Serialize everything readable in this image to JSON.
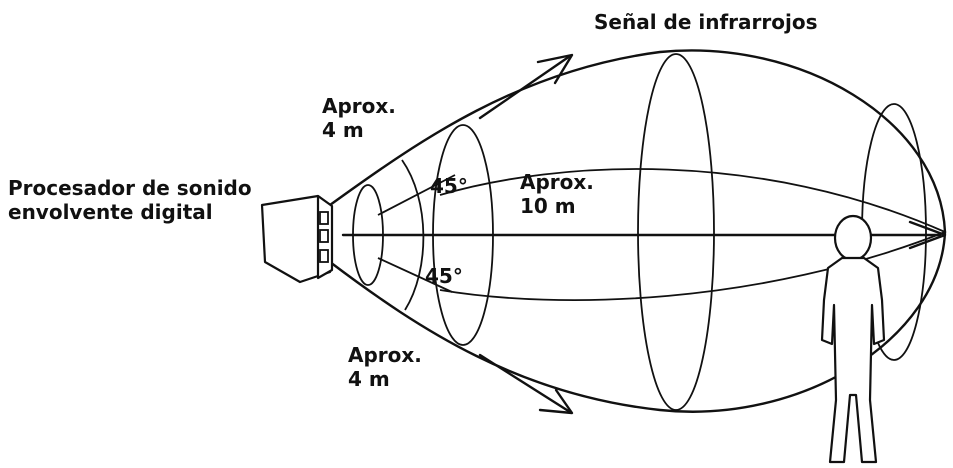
{
  "labels": {
    "title": "Señal de infrarrojos",
    "top_range": [
      "Aprox.",
      "4 m"
    ],
    "bottom_range": [
      "Aprox.",
      "4 m"
    ],
    "mid_range": [
      "Aprox.",
      "10 m"
    ],
    "processor": [
      "Procesador de sonido",
      "envolvente digital"
    ],
    "angle_top": "45°",
    "angle_bottom": "45°"
  },
  "icons": {
    "device": "digital-surround-processor-icon",
    "person": "person-silhouette-icon"
  },
  "colors": {
    "line": "#111111",
    "background": "#ffffff"
  }
}
